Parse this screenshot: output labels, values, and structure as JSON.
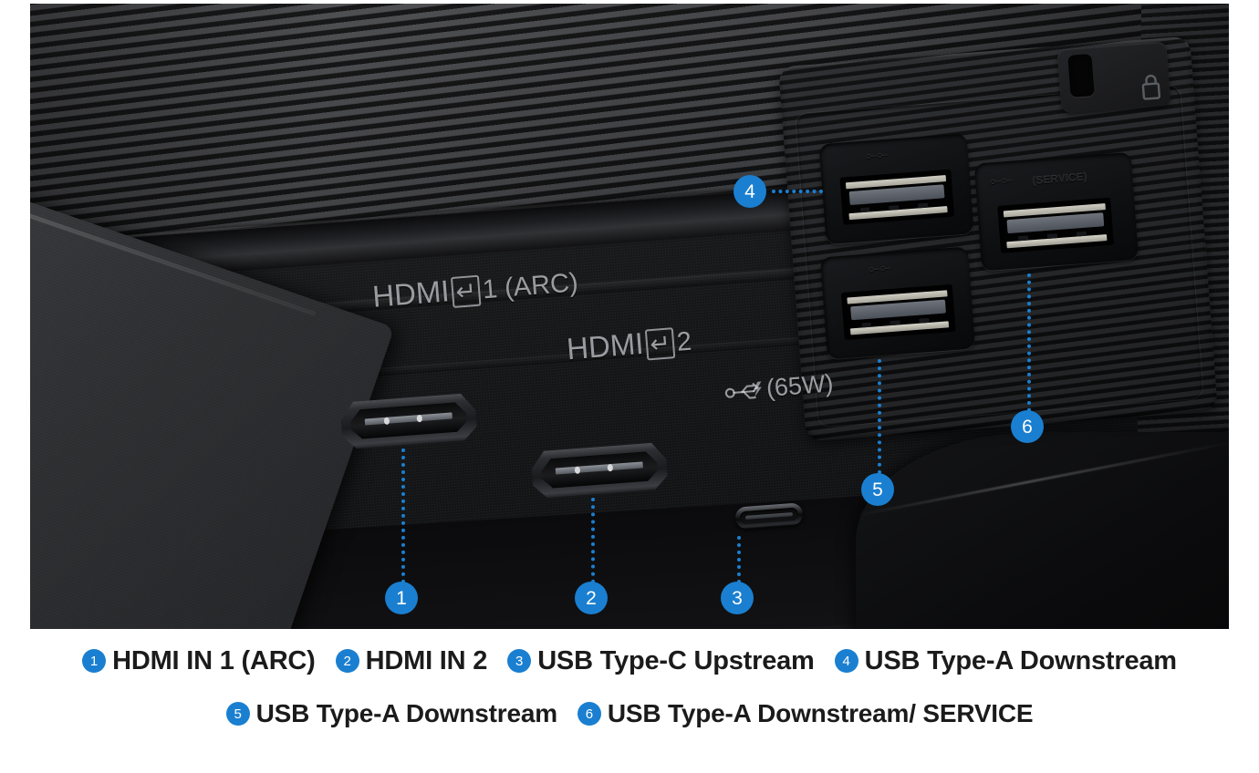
{
  "photo": {
    "subject": "monitor-rear-port-panel",
    "engraved_labels": [
      {
        "text": "HDMI",
        "name": "hdmi-1-label-prefix"
      },
      {
        "text": "1 (ARC)",
        "name": "hdmi-1-label-suffix"
      },
      {
        "text": "HDMI",
        "name": "hdmi-2-label-prefix"
      },
      {
        "text": "2",
        "name": "hdmi-2-label-suffix"
      },
      {
        "text": "(65W)",
        "name": "usb-c-power-label"
      },
      {
        "text": "(SERVICE)",
        "name": "usb-service-label"
      }
    ],
    "hdmi_arrow_glyph": "↵",
    "usb_trident_glyph": "⎓",
    "callouts": [
      {
        "number": "1",
        "target": "hdmi-in-1-arc"
      },
      {
        "number": "2",
        "target": "hdmi-in-2"
      },
      {
        "number": "3",
        "target": "usb-type-c-upstream"
      },
      {
        "number": "4",
        "target": "usb-type-a-downstream-top"
      },
      {
        "number": "5",
        "target": "usb-type-a-downstream-bottom"
      },
      {
        "number": "6",
        "target": "usb-type-a-downstream-service"
      }
    ]
  },
  "legend": {
    "line1": [
      {
        "number": "1",
        "label": "HDMI IN 1 (ARC)"
      },
      {
        "number": "2",
        "label": "HDMI IN 2"
      },
      {
        "number": "3",
        "label": "USB Type-C Upstream"
      },
      {
        "number": "4",
        "label": "USB Type-A Downstream"
      }
    ],
    "line2": [
      {
        "number": "5",
        "label": "USB Type-A Downstream"
      },
      {
        "number": "6",
        "label": "USB Type-A Downstream/ SERVICE"
      }
    ]
  },
  "colors": {
    "accent_blue": "#1a7fd0",
    "legend_text": "#1b1b1b",
    "background": "#ffffff"
  }
}
